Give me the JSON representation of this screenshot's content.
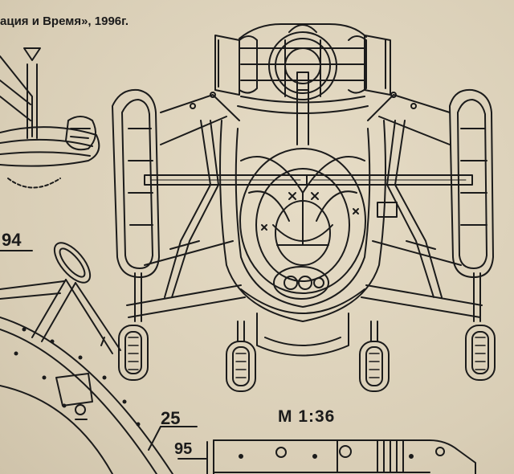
{
  "caption": "ация и Время», 1996г.",
  "callouts": {
    "part_94": "94",
    "part_25": "25",
    "part_95": "95"
  },
  "scale_label": "M 1:36",
  "colors": {
    "paper": "#ddd3bd",
    "ink": "#1b1b1b"
  }
}
